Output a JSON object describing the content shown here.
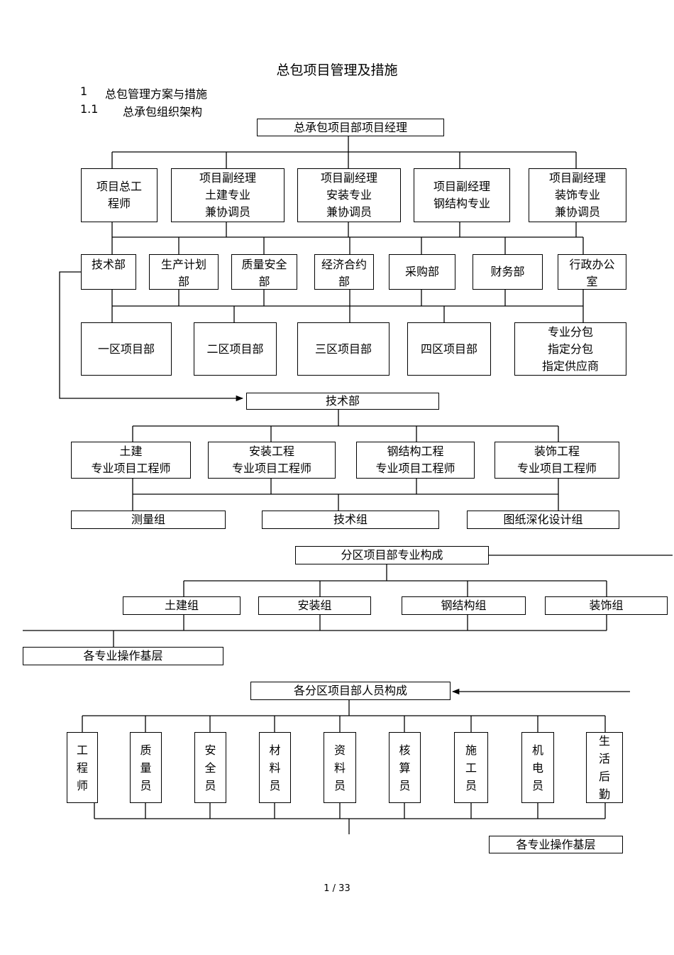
{
  "title": "总包项目管理及措施",
  "heading1": {
    "num": "1",
    "text": "总包管理方案与措施"
  },
  "heading2": {
    "num": "1.1",
    "text": "总承包组织架构"
  },
  "org": {
    "root": "总承包项目部项目经理",
    "managers": [
      [
        "项目总工",
        "程师"
      ],
      [
        "项目副经理",
        "土建专业",
        "兼协调员"
      ],
      [
        "项目副经理",
        "安装专业",
        "兼协调员"
      ],
      [
        "项目副经理",
        "钢结构专业"
      ],
      [
        "项目副经理",
        "装饰专业",
        "兼协调员"
      ]
    ],
    "departments": [
      [
        "技术部"
      ],
      [
        "生产计划",
        "部"
      ],
      [
        "质量安全",
        "部"
      ],
      [
        "经济合约",
        "部"
      ],
      [
        "采购部"
      ],
      [
        "财务部"
      ],
      [
        "行政办公",
        "室"
      ]
    ],
    "zones": [
      [
        "一区项目部"
      ],
      [
        "二区项目部"
      ],
      [
        "三区项目部"
      ],
      [
        "四区项目部"
      ],
      [
        "专业分包",
        "指定分包",
        "指定供应商"
      ]
    ]
  },
  "tech": {
    "root": "技术部",
    "engineers": [
      [
        "土建",
        "专业项目工程师"
      ],
      [
        "安装工程",
        "专业项目工程师"
      ],
      [
        "钢结构工程",
        "专业项目工程师"
      ],
      [
        "装饰工程",
        "专业项目工程师"
      ]
    ],
    "groups": [
      "测量组",
      "技术组",
      "图纸深化设计组"
    ]
  },
  "zone_specialty": {
    "root": "分区项目部专业构成",
    "groups": [
      "土建组",
      "安装组",
      "钢结构组",
      "装饰组"
    ],
    "base": "各专业操作基层"
  },
  "zone_staff": {
    "root": "各分区项目部人员构成",
    "roles": [
      [
        "工",
        "程",
        "师"
      ],
      [
        "质",
        "量",
        "员"
      ],
      [
        "安",
        "全",
        "员"
      ],
      [
        "材",
        "料",
        "员"
      ],
      [
        "资",
        "料",
        "员"
      ],
      [
        "核",
        "算",
        "员"
      ],
      [
        "施",
        "工",
        "员"
      ],
      [
        "机",
        "电",
        "员"
      ],
      [
        "生",
        "活",
        "后",
        "勤"
      ]
    ],
    "base": "各专业操作基层"
  },
  "footer": "1 / 33"
}
